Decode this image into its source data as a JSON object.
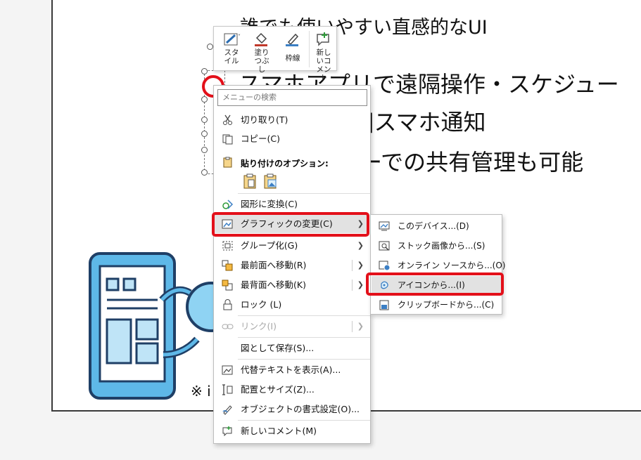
{
  "slide": {
    "line1": "誰でも使いやすい直感的なUI",
    "line2": "スマホアプリで遠隔操作・スケジュー",
    "line3": "]スマホ通知",
    "line4": "ーでの共有管理も可能",
    "footnote": "※ i"
  },
  "mini_toolbar": {
    "style": "スタイル",
    "fill": "塗りつぶし",
    "outline": "枠線",
    "new_comment": "新しいコメント"
  },
  "context_menu": {
    "search_placeholder": "メニューの検索",
    "cut": "切り取り(T)",
    "copy": "コピー(C)",
    "paste_options": "貼り付けのオプション:",
    "convert_shape": "図形に変換(C)",
    "change_graphic": "グラフィックの変更(C)",
    "group": "グループ化(G)",
    "bring_front": "最前面へ移動(R)",
    "send_back": "最背面へ移動(K)",
    "lock": "ロック (L)",
    "link": "リンク(I)",
    "save_as_picture": "図として保存(S)...",
    "alt_text": "代替テキストを表示(A)...",
    "size_position": "配置とサイズ(Z)...",
    "format_object": "オブジェクトの書式設定(O)...",
    "new_comment": "新しいコメント(M)"
  },
  "submenu": {
    "this_device": "このデバイス...(D)",
    "stock_images": "ストック画像から...(S)",
    "online_sources": "オンライン ソースから...(O)",
    "from_icons": "アイコンから...(I)",
    "from_clipboard": "クリップボードから...(C)"
  },
  "colors": {
    "highlight_red": "#e3101a",
    "illustration_blue": "#5eb8e8",
    "illustration_dark": "#1f3f66"
  }
}
